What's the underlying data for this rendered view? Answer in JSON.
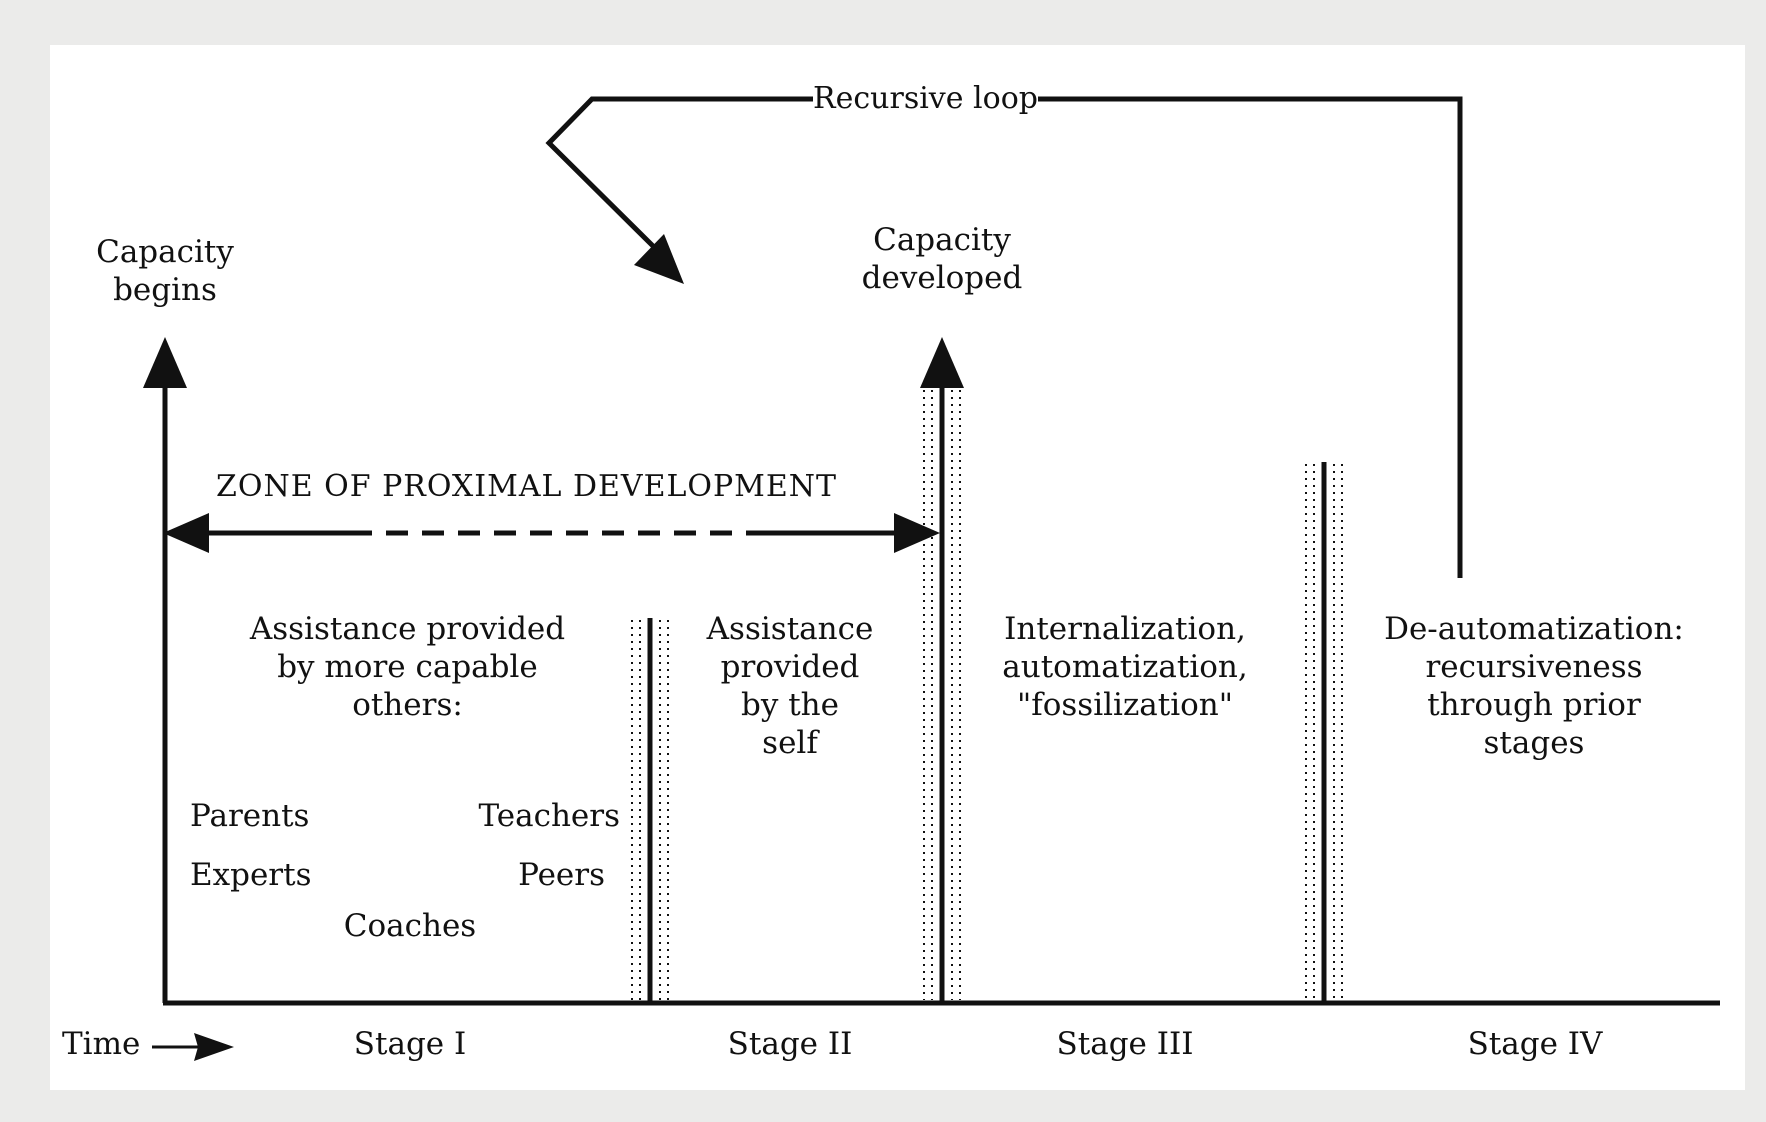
{
  "labels": {
    "recursive_loop": "Recursive loop",
    "capacity_begins": "Capacity\nbegins",
    "capacity_developed": "Capacity\ndeveloped",
    "zpd": "ZONE OF PROXIMAL DEVELOPMENT",
    "stage1_text": "Assistance provided\nby more capable\nothers:",
    "stage2_text": "Assistance\nprovided\nby the\nself",
    "stage3_text": "Internalization,\nautomatization,\n\"fossilization\"",
    "stage4_text": "De-automatization:\nrecursiveness\nthrough prior\nstages",
    "time": "Time"
  },
  "helpers": [
    "Parents",
    "Teachers",
    "Experts",
    "Peers",
    "Coaches"
  ],
  "stages": [
    "Stage I",
    "Stage II",
    "Stage III",
    "Stage IV"
  ],
  "colors": {
    "ink": "#111111",
    "paper": "#ffffff",
    "background": "#ebebea"
  }
}
